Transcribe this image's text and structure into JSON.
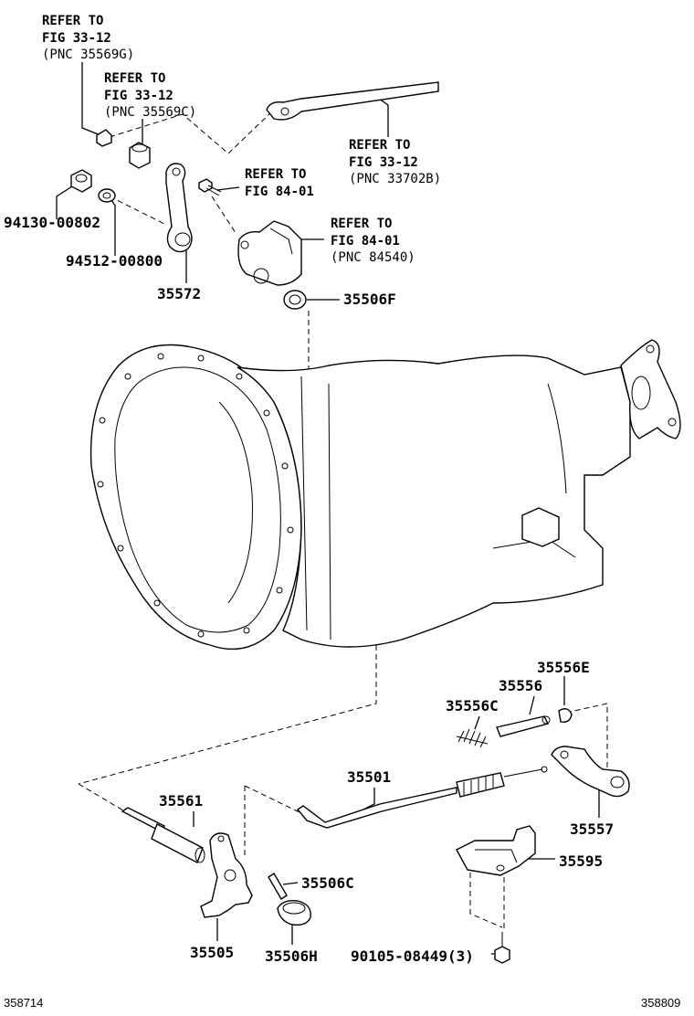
{
  "references": [
    {
      "title": "REFER TO",
      "fig": "FIG 33-12",
      "pnc": "(PNC 35569G)"
    },
    {
      "title": "REFER TO",
      "fig": "FIG 33-12",
      "pnc": "(PNC 35569C)"
    },
    {
      "title": "REFER TO",
      "fig": "FIG 33-12",
      "pnc": "(PNC 33702B)"
    },
    {
      "title": "REFER TO",
      "fig": "FIG 84-01",
      "pnc": ""
    },
    {
      "title": "REFER TO",
      "fig": "FIG 84-01",
      "pnc": "(PNC 84540)"
    }
  ],
  "parts": [
    "94130-00802",
    "94512-00800",
    "35572",
    "35506F",
    "35556E",
    "35556",
    "35556C",
    "35501",
    "35557",
    "35561",
    "35595",
    "35506C",
    "35505",
    "35506H",
    "90105-08449(3)"
  ],
  "footer": {
    "left_code": "358714",
    "right_code": "358809"
  }
}
